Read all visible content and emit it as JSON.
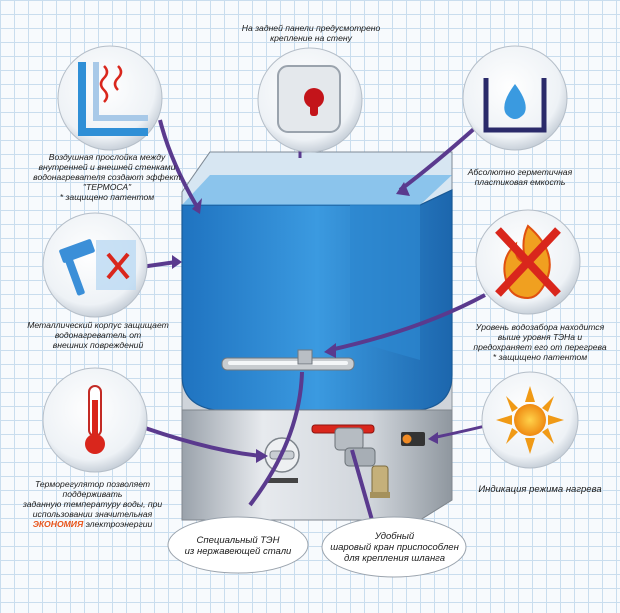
{
  "callouts": {
    "wall_mount": {
      "lines": [
        "На задней панели предусмотрено",
        "крепление на стену"
      ]
    },
    "thermos": {
      "lines": [
        "Воздушная прослойка между",
        "внутренней и внешней стенками",
        "водонагревателя создают эффект",
        "\"ТЕРМОСА\"",
        "* защищено патентом"
      ]
    },
    "sealed_tank": {
      "lines": [
        "Абсолютно герметичная",
        "пластиковая емкость"
      ]
    },
    "metal_body": {
      "lines": [
        "Металлический корпус защищает",
        "водонагреватель от",
        "внешних повреждений"
      ]
    },
    "water_level": {
      "lines": [
        "Уровень водозабора находится",
        "выше уровня ТЭНа и",
        "предохраняет его от перегрева",
        "* защищено патентом"
      ]
    },
    "thermostat": {
      "lines": [
        "Терморегулятор позволяет",
        "поддерживать",
        "заданную температуру воды, при",
        "использовании значительная"
      ],
      "last_highlight": "ЭКОНОМИЯ",
      "last_rest": " электроэнергии"
    },
    "indicator": {
      "lines": [
        "Индикация режима нагрева"
      ]
    },
    "heater": {
      "lines": [
        "Специальный ТЭН",
        "из нержавеющей стали"
      ]
    },
    "tap": {
      "lines": [
        "Удобный",
        "шаровый кран приспособлен",
        "для крепления шланга"
      ]
    }
  },
  "icons": [
    "wall-mount-keyhole-icon",
    "thermos-layer-icon",
    "water-drop-icon",
    "hammer-impact-icon",
    "no-fire-icon",
    "thermometer-icon",
    "sun-heating-icon"
  ],
  "colors": {
    "water": "#2f8fd6",
    "tank_dark": "#1d6fb8",
    "arrow": "#5a3a8e",
    "accent_red": "#d9261c",
    "orange": "#e8541b",
    "metal": "#c9ced4"
  }
}
